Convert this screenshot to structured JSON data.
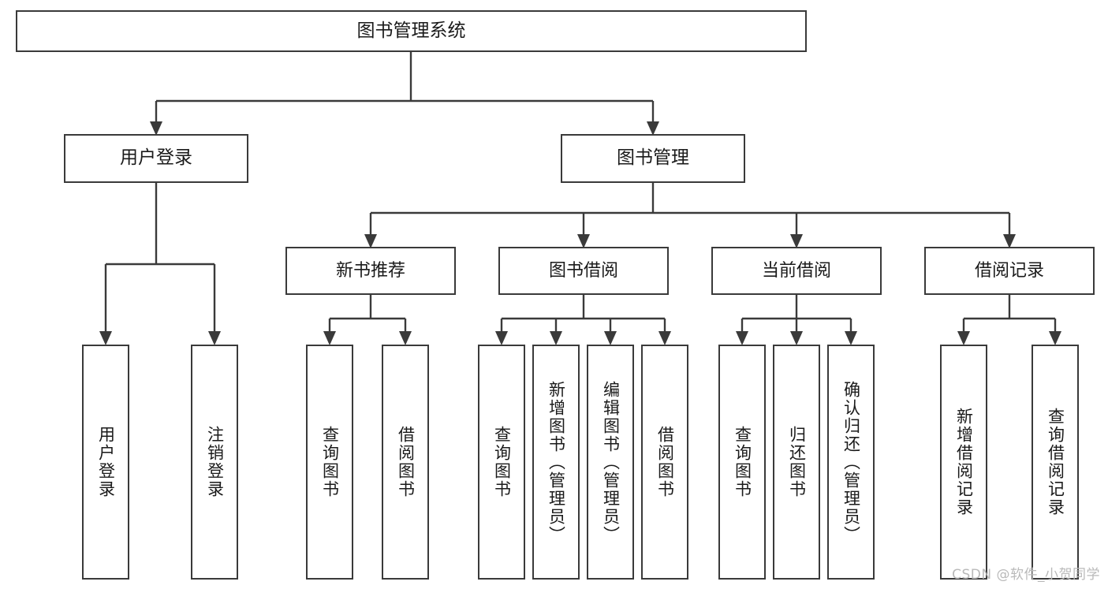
{
  "diagram": {
    "type": "tree-hierarchy-functional-decomposition",
    "root": {
      "label": "图书管理系统"
    },
    "level1": [
      {
        "label": "用户登录"
      },
      {
        "label": "图书管理"
      }
    ],
    "level2": [
      {
        "label": "新书推荐"
      },
      {
        "label": "图书借阅"
      },
      {
        "label": "当前借阅"
      },
      {
        "label": "借阅记录"
      }
    ],
    "leaves": {
      "user_login": [
        {
          "label": "用户登录"
        },
        {
          "label": "注销登录"
        }
      ],
      "new_book_recommend": [
        {
          "label": "查询图书"
        },
        {
          "label": "借阅图书"
        }
      ],
      "book_borrow": [
        {
          "label": "查询图书"
        },
        {
          "label": "新增图书（管理员）"
        },
        {
          "label": "编辑图书（管理员）"
        },
        {
          "label": "借阅图书"
        }
      ],
      "current_borrow": [
        {
          "label": "查询图书"
        },
        {
          "label": "归还图书"
        },
        {
          "label": "确认归还（管理员）"
        }
      ],
      "borrow_record": [
        {
          "label": "新增借阅记录"
        },
        {
          "label": "查询借阅记录"
        }
      ]
    }
  },
  "watermark": {
    "text": "CSDN @软件_小贺同学"
  },
  "colors": {
    "stroke": "#3a3a3a",
    "text": "#1a1a1a",
    "background": "#ffffff",
    "watermark": "#b9b9b9"
  }
}
